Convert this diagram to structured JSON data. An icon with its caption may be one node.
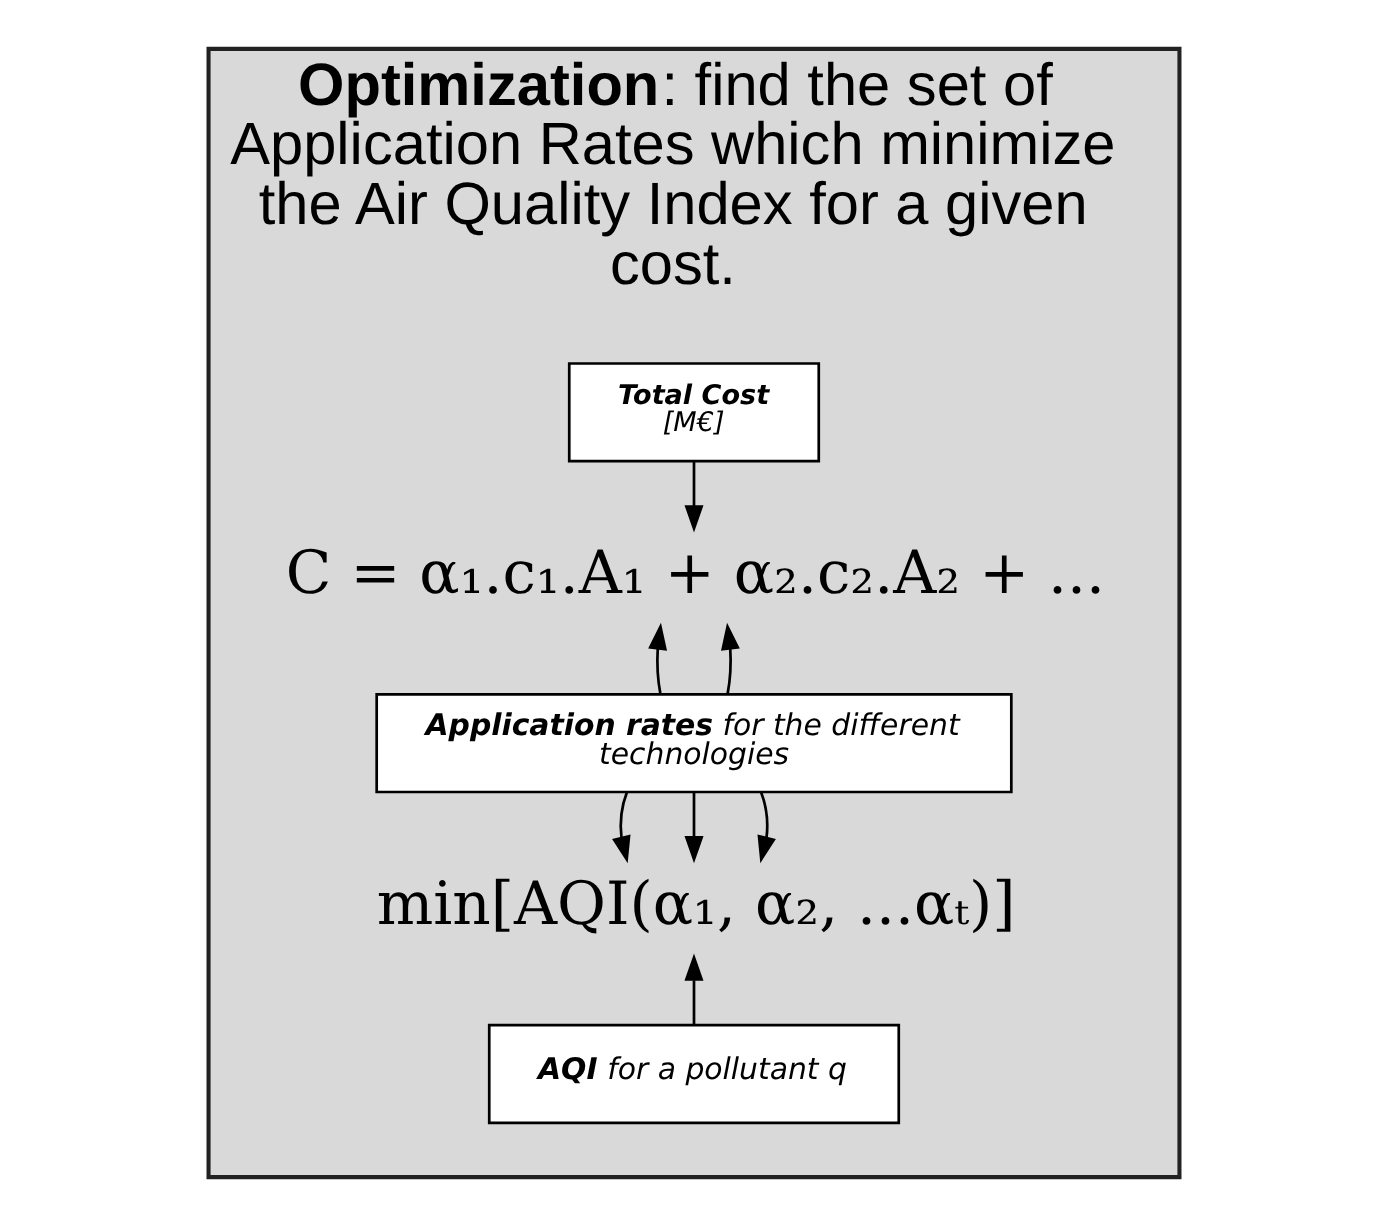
{
  "diagram": {
    "nodes": [
      {
        "text": [
          "**Optimization**: find the set of Application Rates which minimize the Air Quality Index for a given cost."
        ]
      },
      {
        "text": [
          "**Total Cost** [M€]"
        ],
        "in": 0
      },
      {
        "text": [
          "C = α₁.c₁.A₁ + α₂.c₂.A₂ + ..."
        ],
        "in": 0
      },
      {
        "text": [
          "**Application rates** for the different technologies"
        ],
        "in": 0
      },
      {
        "text": [
          "min[AQI(α₁, α₂, ...αₜ)]"
        ],
        "in": 0
      },
      {
        "text": [
          "**AQI** for a pollutant q"
        ],
        "in": 0
      }
    ],
    "edges": [
      {
        "from": 1,
        "to": 2,
        "arrow": "to"
      },
      {
        "from": 3,
        "to": 2,
        "arrow": "to"
      },
      {
        "from": 3,
        "to": 2,
        "arrow": "to"
      },
      {
        "from": 3,
        "to": 4,
        "arrow": "to"
      },
      {
        "from": 3,
        "to": 4,
        "arrow": "to"
      },
      {
        "from": 3,
        "to": 4,
        "arrow": "to"
      },
      {
        "from": 5,
        "to": 4,
        "arrow": "to"
      }
    ]
  }
}
